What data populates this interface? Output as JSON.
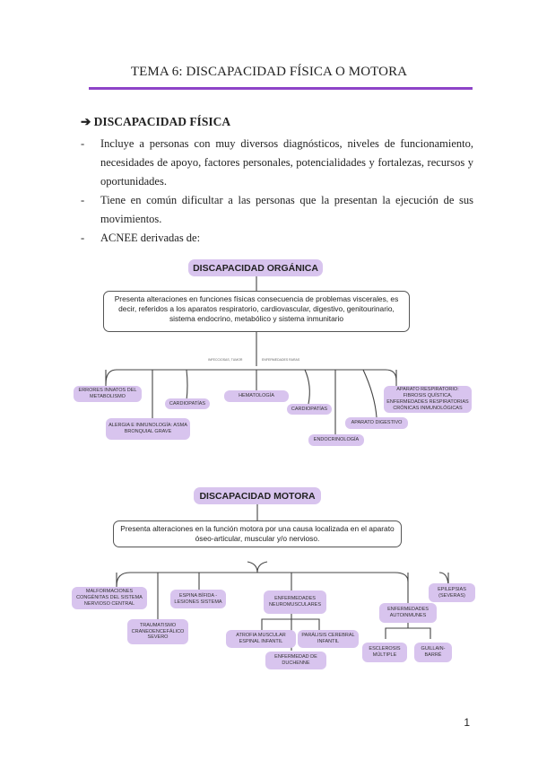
{
  "title": "TEMA 6: DISCAPACIDAD FÍSICA O MOTORA",
  "section_heading": "➔ DISCAPACIDAD FÍSICA",
  "bullets": [
    "Incluye a personas con muy diversos diagnósticos, niveles de funcionamiento, necesidades de apoyo, factores personales, potencialidades y fortalezas, recursos y oportunidades.",
    "Tiene en común dificultar a las personas que la presentan la ejecución de sus movimientos.",
    "ACNEE derivadas de:"
  ],
  "bullet_dash": "-",
  "organica": {
    "header": "DISCAPACIDAD ORGÁNICA",
    "description": "Presenta alteraciones en funciones físicas consecuencia de problemas viscerales, es decir, referidos a los aparatos respiratorio, cardiovascular, digestivo, genitourinario, sistema endocrino, metabólico y sistema inmunitario",
    "tiny_labels": [
      "INFECCIOSAS, TUMOR",
      "ENFERMEDADES RARAS"
    ],
    "nodes": [
      "ERRORES INNATOS DEL METABOLISMO",
      "CARDIOPATÍAS",
      "HEMATOLOGÍA",
      "CARDIOPATÍAS",
      "APARATO RESPIRATORIO: FIBROSIS QUÍSTICA, ENFERMEDADES RESPIRATORIAS CRÓNICAS INMUNOLÓGICAS",
      "ALERGIA E INMUNOLOGÍA: ASMA BRONQUIAL GRAVE",
      "APARATO DIGESTIVO",
      "ENDOCRINOLOGÍA"
    ]
  },
  "motora": {
    "header": "DISCAPACIDAD MOTORA",
    "description": "Presenta alteraciones en la función motora por una causa localizada en el aparato óseo-articular, muscular y/o nervioso.",
    "nodes": [
      "MALFORMACIONES CONGÉNITAS DEL SISTEMA NERVIOSO CENTRAL",
      "ESPINA BÍFIDA - LESIONES SISTEMA",
      "ENFERMEDADES NEUROMUSCULARES",
      "ENFERMEDADES AUTOINMUNES",
      "EPILEPSIAS (SEVERAS)",
      "TRAUMATISMO CRANEOENCEFÁLICO SEVERO",
      "ATROFIA MUSCULAR ESPINAL INFANTIL",
      "PARÁLISIS CEREBRAL INFANTIL",
      "ENFERMEDAD DE DUCHENNE",
      "ESCLEROSIS MÚLTIPLE",
      "GUILLAIN-BARRÉ"
    ]
  },
  "page_number": "1",
  "colors": {
    "accent": "#8e44c8",
    "node_fill": "#d8c4ee"
  }
}
